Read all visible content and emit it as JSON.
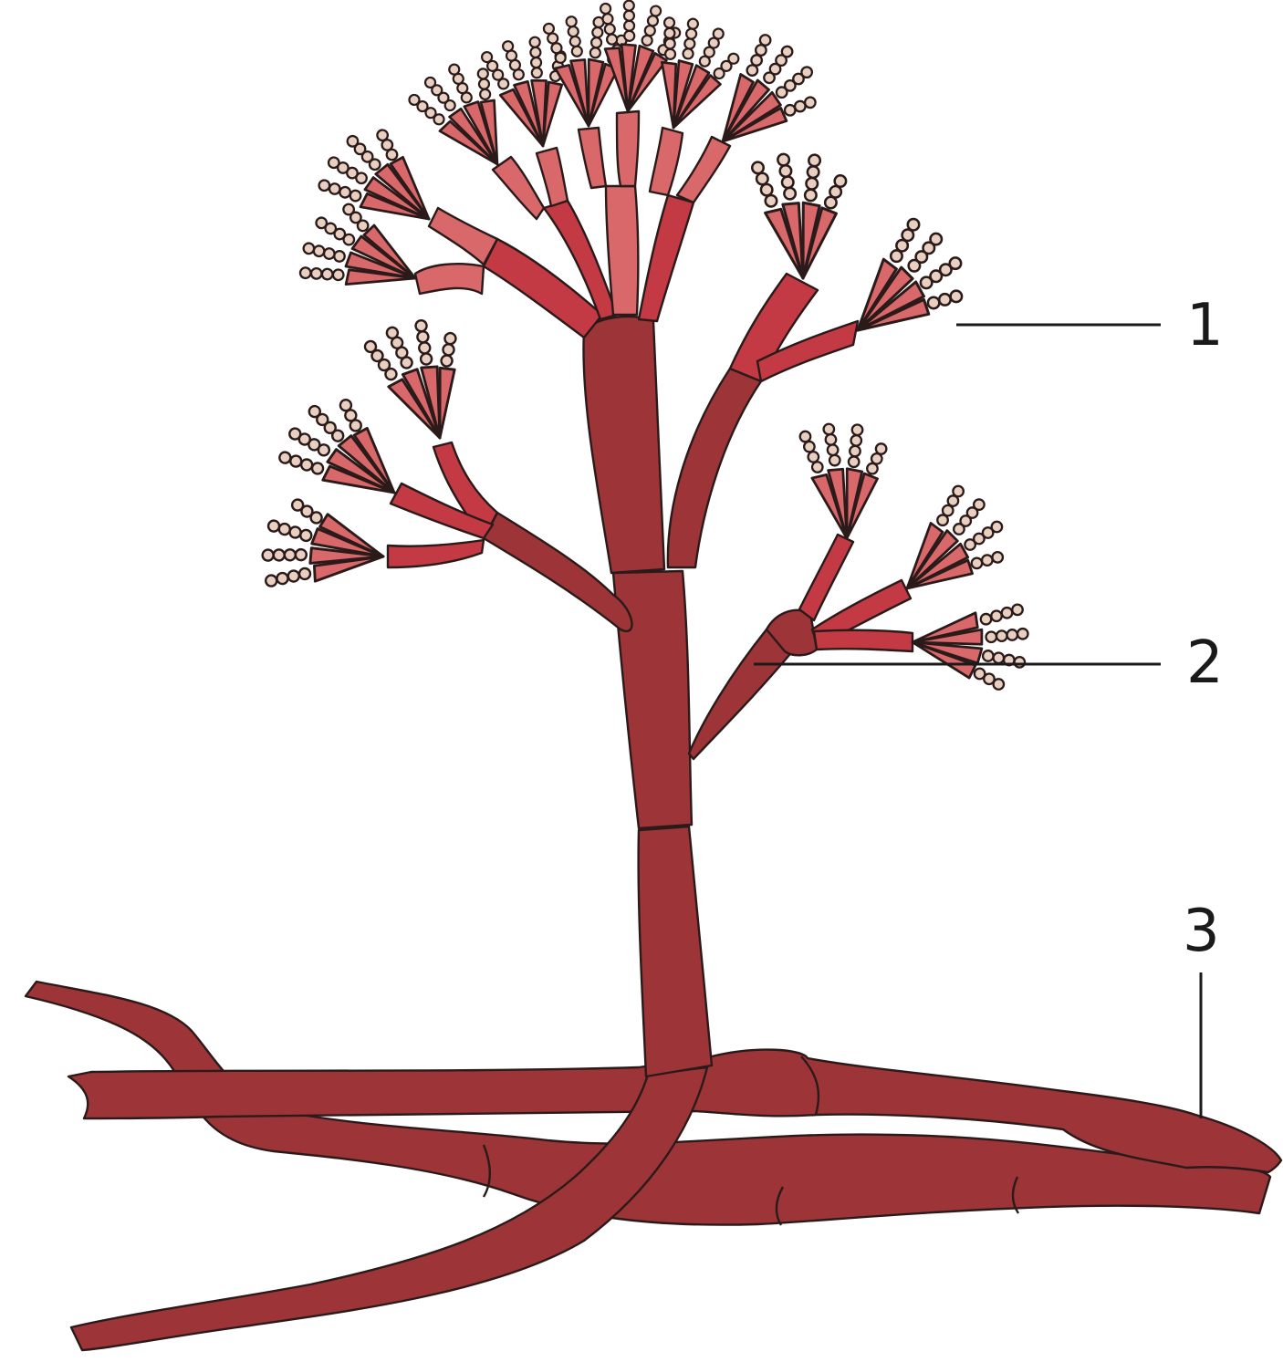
{
  "labels": [
    {
      "id": "label-1",
      "text": "1"
    },
    {
      "id": "label-2",
      "text": "2"
    },
    {
      "id": "label-3",
      "text": "3"
    }
  ],
  "colors": {
    "hypha_dark": "#9d3437",
    "branch_mid": "#c33a45",
    "phialide_light": "#d9686a",
    "spore_fill": "#e8cfc0",
    "outline": "#2a1a1a",
    "background": "#ffffff"
  }
}
